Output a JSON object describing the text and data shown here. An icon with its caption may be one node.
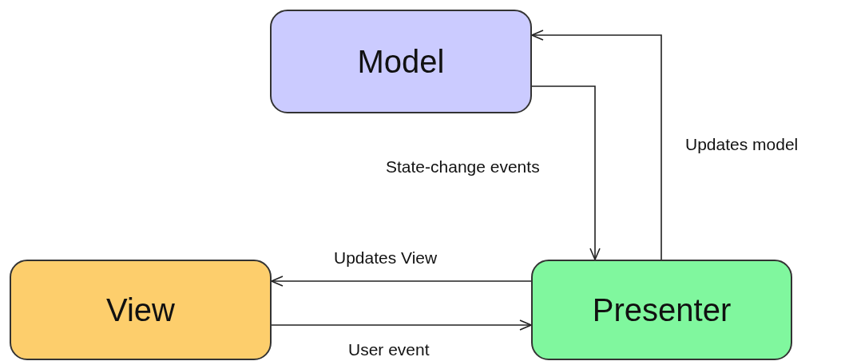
{
  "diagram": {
    "nodes": [
      {
        "text": [
          "Model"
        ]
      },
      {
        "text": [
          "View"
        ]
      },
      {
        "text": [
          "Presenter"
        ]
      }
    ],
    "edges": [
      {
        "from": 0,
        "to": 2,
        "arrow": "to",
        "label": "State-change events"
      },
      {
        "from": 2,
        "to": 0,
        "arrow": "to",
        "label": "Updates model"
      },
      {
        "from": 2,
        "to": 1,
        "arrow": "to",
        "label": "Updates View"
      },
      {
        "from": 1,
        "to": 2,
        "arrow": "to",
        "label": "User event"
      }
    ]
  }
}
